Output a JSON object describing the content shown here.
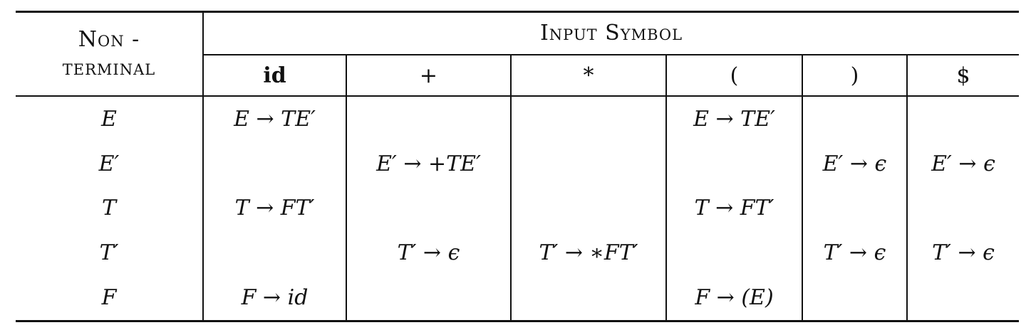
{
  "header": {
    "nonterminal_line1": "Non -",
    "nonterminal_line2": "terminal",
    "input_symbol": "Input Symbol",
    "symbols": [
      "id",
      "+",
      "*",
      "(",
      ")",
      "$"
    ]
  },
  "rows": [
    {
      "nonterminal": "E",
      "cells": [
        "E → TE′",
        "",
        "",
        "E → TE′",
        "",
        ""
      ]
    },
    {
      "nonterminal": "E′",
      "cells": [
        "",
        "E′ → +TE′",
        "",
        "",
        "E′ → ϵ",
        "E′ → ϵ"
      ]
    },
    {
      "nonterminal": "T",
      "cells": [
        "T → FT′",
        "",
        "",
        "T → FT′",
        "",
        ""
      ]
    },
    {
      "nonterminal": "T′",
      "cells": [
        "",
        "T′ → ϵ",
        "T′ → ∗FT′",
        "",
        "T′ → ϵ",
        "T′ → ϵ"
      ]
    },
    {
      "nonterminal": "F",
      "cells": [
        "F → id",
        "",
        "",
        "F → (E)",
        "",
        ""
      ]
    }
  ]
}
